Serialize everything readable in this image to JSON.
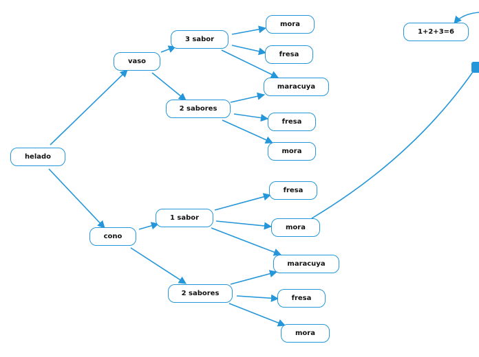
{
  "colors": {
    "accent": "#2496d9",
    "node_fill": "#ffffff",
    "text": "#111111"
  },
  "nodes": [
    {
      "id": "helado",
      "label": "helado"
    },
    {
      "id": "vaso",
      "label": "vaso"
    },
    {
      "id": "cono",
      "label": "cono"
    },
    {
      "id": "v3",
      "label": "3 sabor"
    },
    {
      "id": "v2",
      "label": "2 sabores"
    },
    {
      "id": "c1",
      "label": "1 sabor"
    },
    {
      "id": "c2",
      "label": "2 sabores"
    },
    {
      "id": "v3_mora",
      "label": "mora"
    },
    {
      "id": "v3_fresa",
      "label": "fresa"
    },
    {
      "id": "v3_mara",
      "label": "maracuya"
    },
    {
      "id": "v2_fresa",
      "label": "fresa"
    },
    {
      "id": "v2_mora",
      "label": "mora"
    },
    {
      "id": "c1_fresa",
      "label": "fresa"
    },
    {
      "id": "c1_mora",
      "label": "mora"
    },
    {
      "id": "c1_mara",
      "label": "maracuya"
    },
    {
      "id": "c2_fresa",
      "label": "fresa"
    },
    {
      "id": "c2_mora",
      "label": "mora"
    },
    {
      "id": "sum",
      "label": "1+2+3=6"
    }
  ],
  "edges": [
    {
      "from": "helado",
      "to": "vaso"
    },
    {
      "from": "helado",
      "to": "cono"
    },
    {
      "from": "vaso",
      "to": "v3"
    },
    {
      "from": "vaso",
      "to": "v2"
    },
    {
      "from": "v3",
      "to": "v3_mora"
    },
    {
      "from": "v3",
      "to": "v3_fresa"
    },
    {
      "from": "v3",
      "to": "v3_mara"
    },
    {
      "from": "v2",
      "to": "v3_mara"
    },
    {
      "from": "v2",
      "to": "v2_fresa"
    },
    {
      "from": "v2",
      "to": "v2_mora"
    },
    {
      "from": "cono",
      "to": "c1"
    },
    {
      "from": "cono",
      "to": "c2"
    },
    {
      "from": "c1",
      "to": "c1_fresa"
    },
    {
      "from": "c1",
      "to": "c1_mora"
    },
    {
      "from": "c1",
      "to": "c1_mara"
    },
    {
      "from": "c2",
      "to": "c1_mara"
    },
    {
      "from": "c2",
      "to": "c2_fresa"
    },
    {
      "from": "c2",
      "to": "c2_mora"
    },
    {
      "from": "c1_mora",
      "to": "handle"
    },
    {
      "from": "handle",
      "to": "sum"
    }
  ]
}
